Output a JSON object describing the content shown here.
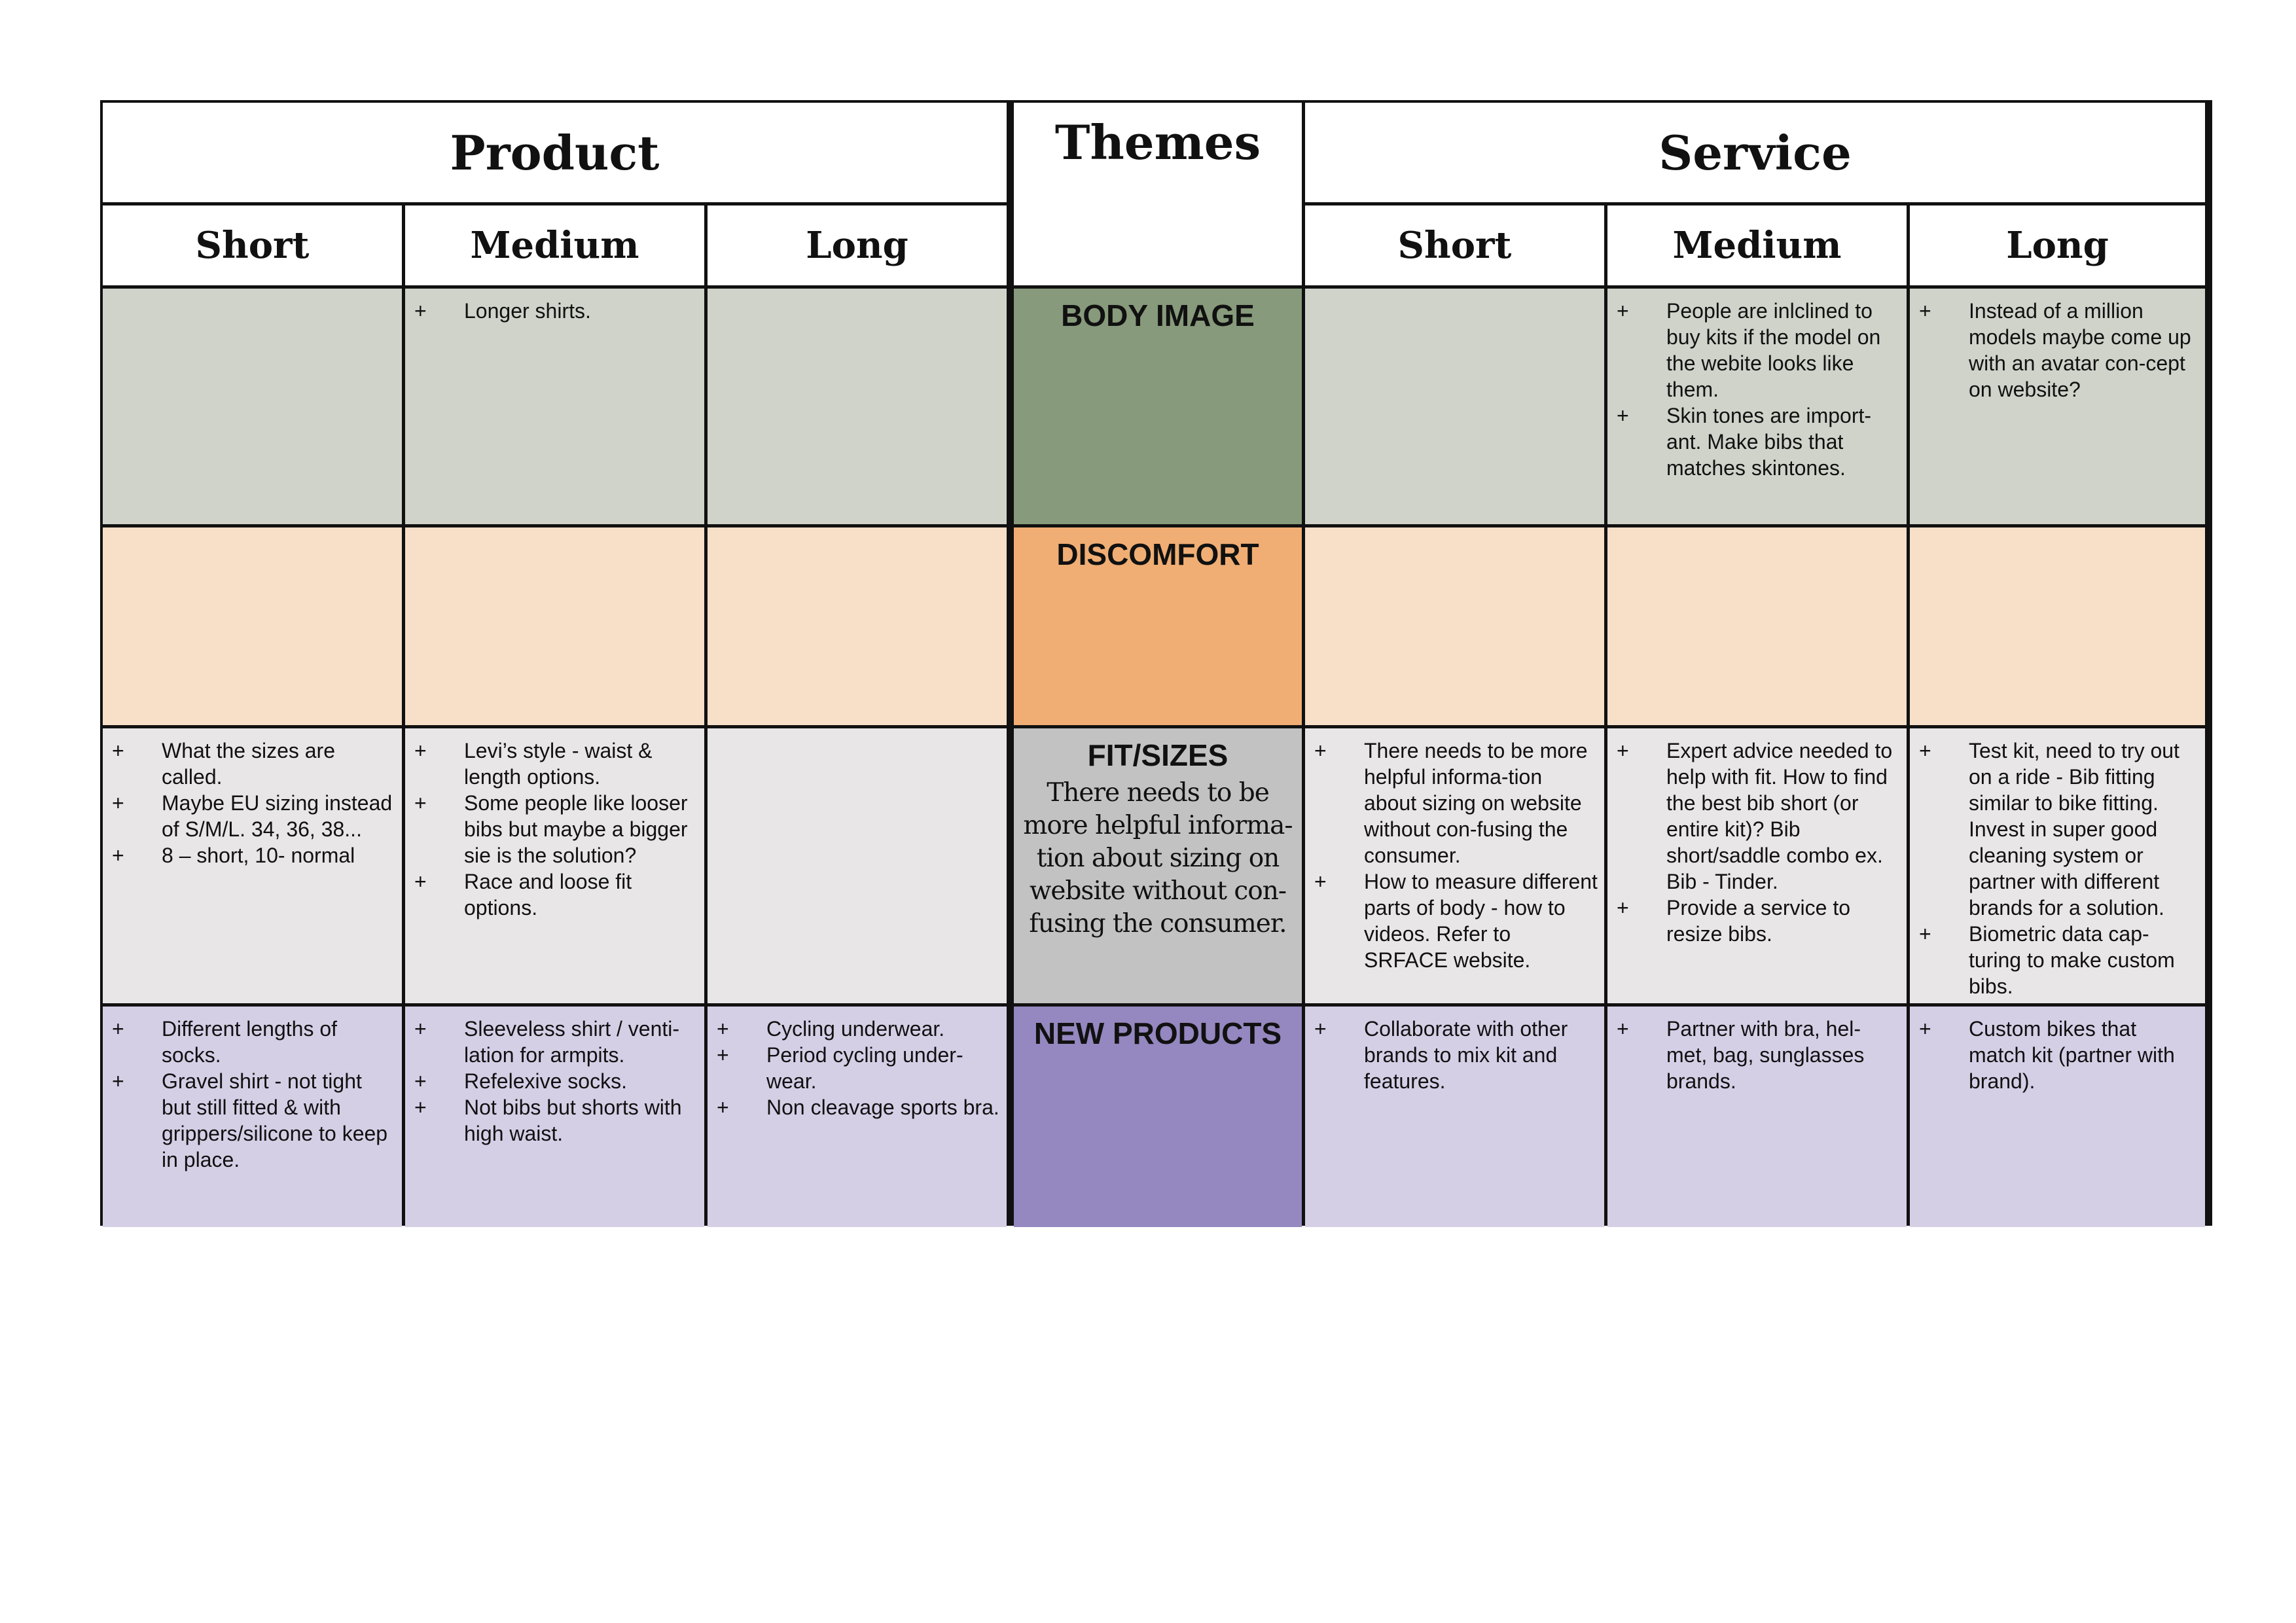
{
  "header": {
    "product": "Product",
    "themes": "Themes",
    "service": "Service",
    "subcols": [
      "Short",
      "Medium",
      "Long"
    ]
  },
  "colors": {
    "body_image": "#d0d3ca",
    "body_image_theme": "#879a7b",
    "discomfort": "#f8dfc8",
    "discomfort_theme": "#f0ae74",
    "fit": "#e8e6e7",
    "fit_theme": "#c2c2c2",
    "new_products": "#d5cfe6",
    "new_products_theme": "#9587bf"
  },
  "rows": [
    {
      "theme": "BODY IMAGE",
      "theme_note": "",
      "color": "#d0d3ca",
      "theme_color": "#879a7b",
      "product": [
        [],
        [
          "Longer shirts."
        ],
        []
      ],
      "service": [
        [],
        [
          "People are inlclined to buy kits if the model on the webite looks like them.",
          "Skin tones are import-ant. Make bibs that matches skintones."
        ],
        [
          "Instead of a million models maybe come up with an avatar con-cept on website?"
        ]
      ]
    },
    {
      "theme": "DISCOMFORT",
      "theme_note": "",
      "color": "#f8dfc8",
      "theme_color": "#f0ae74",
      "product": [
        [],
        [],
        []
      ],
      "service": [
        [],
        [],
        []
      ]
    },
    {
      "theme": "FIT/SIZES",
      "theme_note": "There needs to be more helpful informa-tion about sizing on website without con-fusing the consumer.",
      "color": "#e8e6e7",
      "theme_color": "#c2c2c2",
      "product": [
        [
          "What the sizes are called.",
          "Maybe EU sizing instead of S/M/L. 34, 36, 38...",
          "8 – short, 10- normal"
        ],
        [
          "Levi’s style - waist & length options.",
          "Some people like looser bibs but maybe a bigger sie is the solution?",
          "Race and loose fit options."
        ],
        []
      ],
      "service": [
        [
          "There needs to be more helpful informa-tion about sizing on website without con-fusing the consumer.",
          "How to measure different parts of body - how to videos. Refer to SRFACE website."
        ],
        [
          "Expert advice needed to help with fit. How to find the best bib short (or entire kit)? Bib short/saddle combo ex. Bib - Tinder.",
          "Provide a service to resize bibs."
        ],
        [
          "Test kit, need to try out on a ride - Bib fitting similar to bike fitting. Invest in super good cleaning system or partner with different brands for a solution.",
          "Biometric data cap-turing to make custom bibs."
        ]
      ]
    },
    {
      "theme": "NEW PRODUCTS",
      "theme_note": "",
      "color": "#d5cfe6",
      "theme_color": "#9587bf",
      "product": [
        [
          "Different lengths of socks.",
          "Gravel shirt - not tight but still fitted & with grippers/silicone to keep in place."
        ],
        [
          "Sleeveless shirt / venti-lation for armpits.",
          "Refelexive socks.",
          "Not bibs but shorts with high waist."
        ],
        [
          "Cycling underwear.",
          "Period cycling under-wear.",
          "Non cleavage sports bra."
        ]
      ],
      "service": [
        [
          "Collaborate with other brands to mix kit and features."
        ],
        [
          "Partner with bra, hel-met, bag, sunglasses brands."
        ],
        [
          "Custom bikes that match kit (partner with brand)."
        ]
      ]
    }
  ],
  "bullet": "+"
}
